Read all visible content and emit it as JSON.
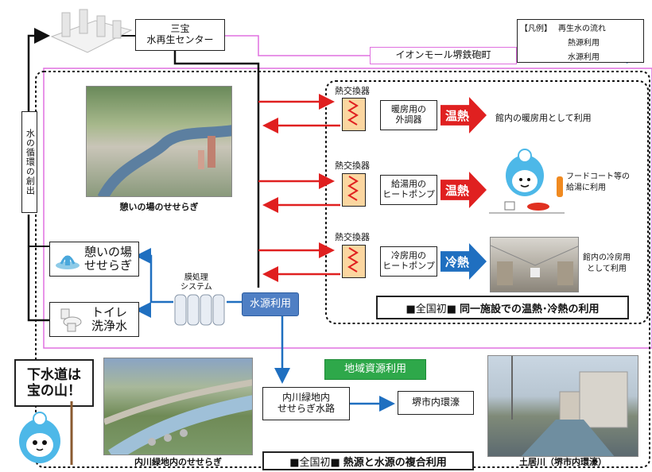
{
  "center": {
    "label": "三宝\n水再生センター"
  },
  "mall": {
    "label": "イオンモール堺鉄砲町"
  },
  "legend": {
    "title": "【凡例】",
    "items": [
      {
        "label": "再生水の流れ",
        "color": "#111111"
      },
      {
        "label": "熱源利用",
        "color": "#e02020"
      },
      {
        "label": "水源利用",
        "color": "#1f6fc0"
      }
    ]
  },
  "cycle_label": "水の循環の創出",
  "photo_top_caption": "憩いの場のせせらぎ",
  "heat_units": [
    {
      "exchanger": "熱交換器",
      "device": "暖房用の\n外調器",
      "arrow": "温熱",
      "arrow_color": "#e02020",
      "note": "館内の暖房用として利用"
    },
    {
      "exchanger": "熱交換器",
      "device": "給湯用の\nヒートポンプ",
      "arrow": "温熱",
      "arrow_color": "#e02020",
      "note": "フードコート等の\n給湯に利用"
    },
    {
      "exchanger": "熱交換器",
      "device": "冷房用の\nヒートポンプ",
      "arrow": "冷熱",
      "arrow_color": "#1f6fc0",
      "note": "館内の冷房用\nとして利用"
    }
  ],
  "uses": [
    {
      "label": "憩いの場\nせせらぎ",
      "icon": "fountain-icon"
    },
    {
      "label": "トイレ\n洗浄水",
      "icon": "toilet-icon"
    }
  ],
  "membrane": {
    "label": "膜処理\nシステム"
  },
  "water_source": {
    "label": "水源利用"
  },
  "headline1": {
    "marker": "■全国初■",
    "text": "同一施設での温熱･冷熱の利用"
  },
  "regional": {
    "label": "地域資源利用"
  },
  "uchikawa": {
    "label": "内川緑地内\nせせらぎ水路"
  },
  "moat": {
    "label": "堺市内環濠"
  },
  "mascot_speech": "下水道は\n宝の山！",
  "photo_bottom_left_caption": "内川緑地内のせせらぎ",
  "photo_bottom_right_caption": "土居川（堺市内環濠）",
  "headline2": {
    "marker": "■全国初■",
    "text": "熱源と水源の複合利用"
  }
}
